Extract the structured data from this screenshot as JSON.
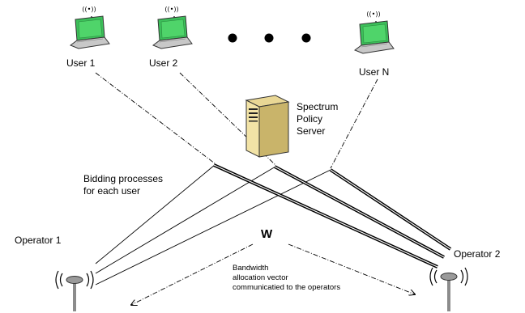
{
  "users": {
    "user1_label": "User 1",
    "user2_label": "User 2",
    "userN_label": "User N"
  },
  "server": {
    "label_line1": "Spectrum",
    "label_line2": "Policy",
    "label_line3": "Server"
  },
  "bidding": {
    "line1": "Bidding processes",
    "line2": "for each user"
  },
  "operators": {
    "op1_label": "Operator 1",
    "op2_label": "Operator 2"
  },
  "allocation": {
    "symbol": "W",
    "line1": "Bandwidth",
    "line2": "allocation vector",
    "line3": "communicatied to the operators"
  },
  "colors": {
    "screen": "#3cbf5a",
    "laptop_body": "#c8c8c8",
    "server_body": "#f2e3a6",
    "antenna": "#8c8c8c"
  }
}
